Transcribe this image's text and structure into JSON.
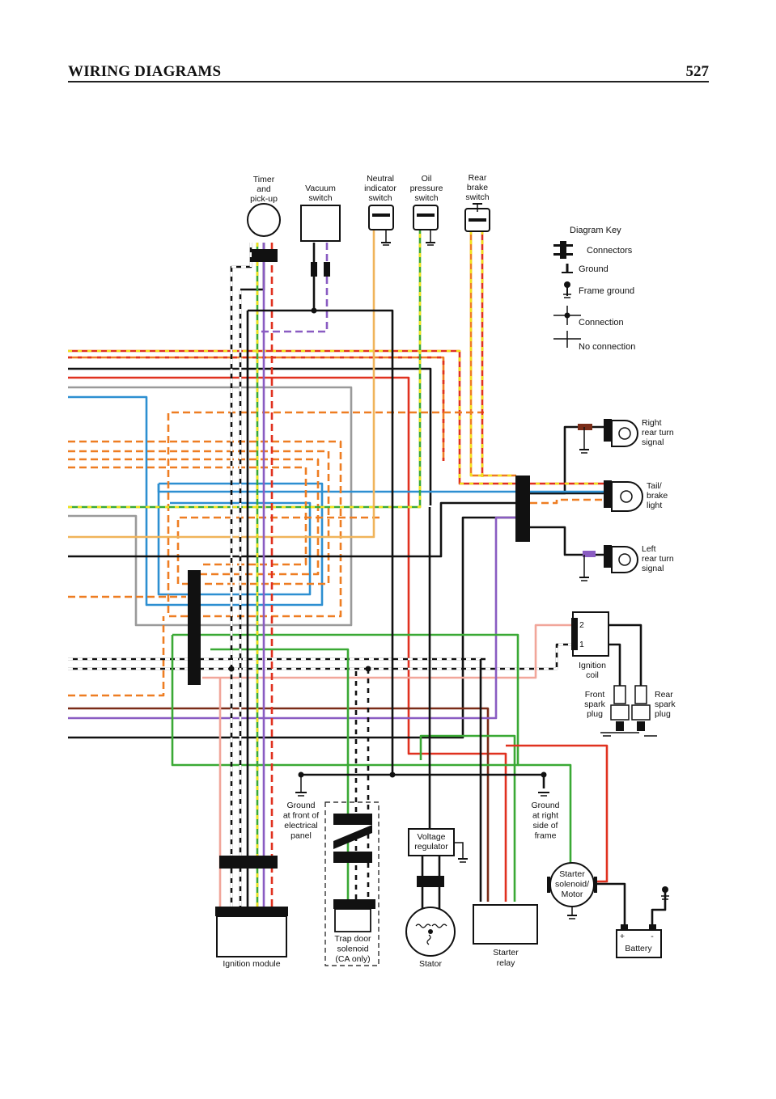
{
  "header": {
    "title": "WIRING DIAGRAMS",
    "page_number": "527"
  },
  "diagram_key": {
    "title": "Diagram Key",
    "connectors": "Connectors",
    "ground": "Ground",
    "frame_ground": "Frame ground",
    "connection": "Connection",
    "no_connection": "No connection"
  },
  "components": {
    "timer": [
      "Timer",
      "and",
      "pick-up"
    ],
    "vacuum": [
      "Vacuum",
      "switch"
    ],
    "neutral": [
      "Neutral",
      "indicator",
      "switch"
    ],
    "oil": [
      "Oil",
      "pressure",
      "switch"
    ],
    "rear_brake": [
      "Rear",
      "brake",
      "switch"
    ],
    "right_turn": [
      "Right",
      "rear turn",
      "signal"
    ],
    "tail": [
      "Tail/",
      "brake",
      "light"
    ],
    "left_turn": [
      "Left",
      "rear turn",
      "signal"
    ],
    "ignition_coil": [
      "Ignition",
      "coil"
    ],
    "coil_terminals": [
      "2",
      "1"
    ],
    "front_plug": [
      "Front",
      "spark",
      "plug"
    ],
    "rear_plug": [
      "Rear",
      "spark",
      "plug"
    ],
    "ground_front": [
      "Ground",
      "at front of",
      "electrical",
      "panel"
    ],
    "ground_right": [
      "Ground",
      "at right",
      "side of",
      "frame"
    ],
    "voltage_regulator": [
      "Voltage",
      "regulator"
    ],
    "starter_solenoid": [
      "Starter",
      "solenoid/",
      "Motor"
    ],
    "battery": "Battery",
    "battery_pos": "+",
    "battery_neg": "-",
    "ignition_module": "Ignition module",
    "trap_door": [
      "Trap door",
      "solenoid",
      "(CA only)"
    ],
    "stator": "Stator",
    "starter_relay": [
      "Starter",
      "relay"
    ]
  },
  "wire_colors": {
    "red": "#e0311f",
    "orange": "#ee7d22",
    "yellow": "#f2e21a",
    "green": "#3aa935",
    "blue": "#2d8fd1",
    "black": "#111111",
    "violet": "#8a5cc2",
    "gray": "#9a9a9a",
    "tan": "#f0b45a",
    "pink": "#f1a69a",
    "brown": "#7a2c18",
    "white": "#ffffff"
  }
}
